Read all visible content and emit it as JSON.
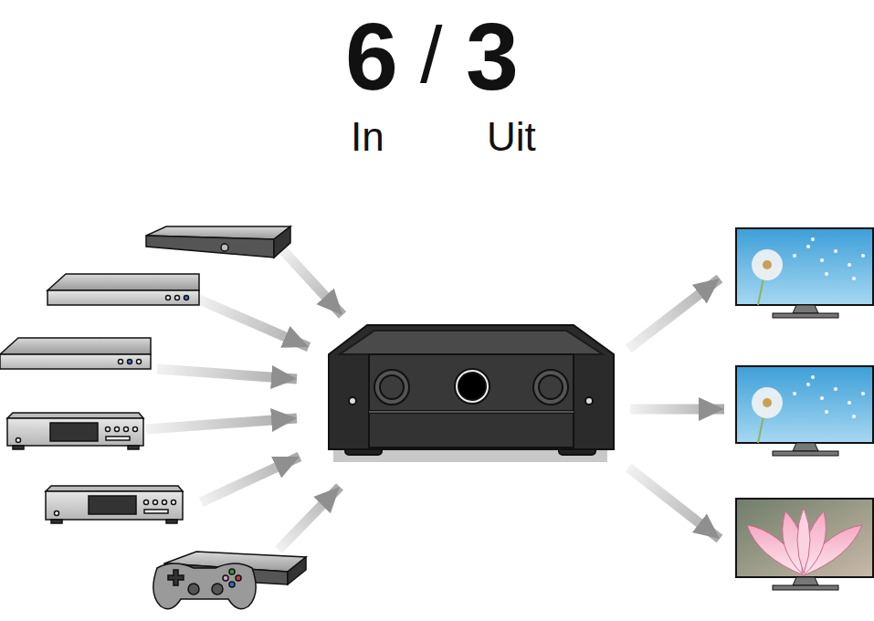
{
  "diagram": {
    "labels": [
      "6",
      "/",
      "3",
      "In",
      "Uit"
    ]
  }
}
